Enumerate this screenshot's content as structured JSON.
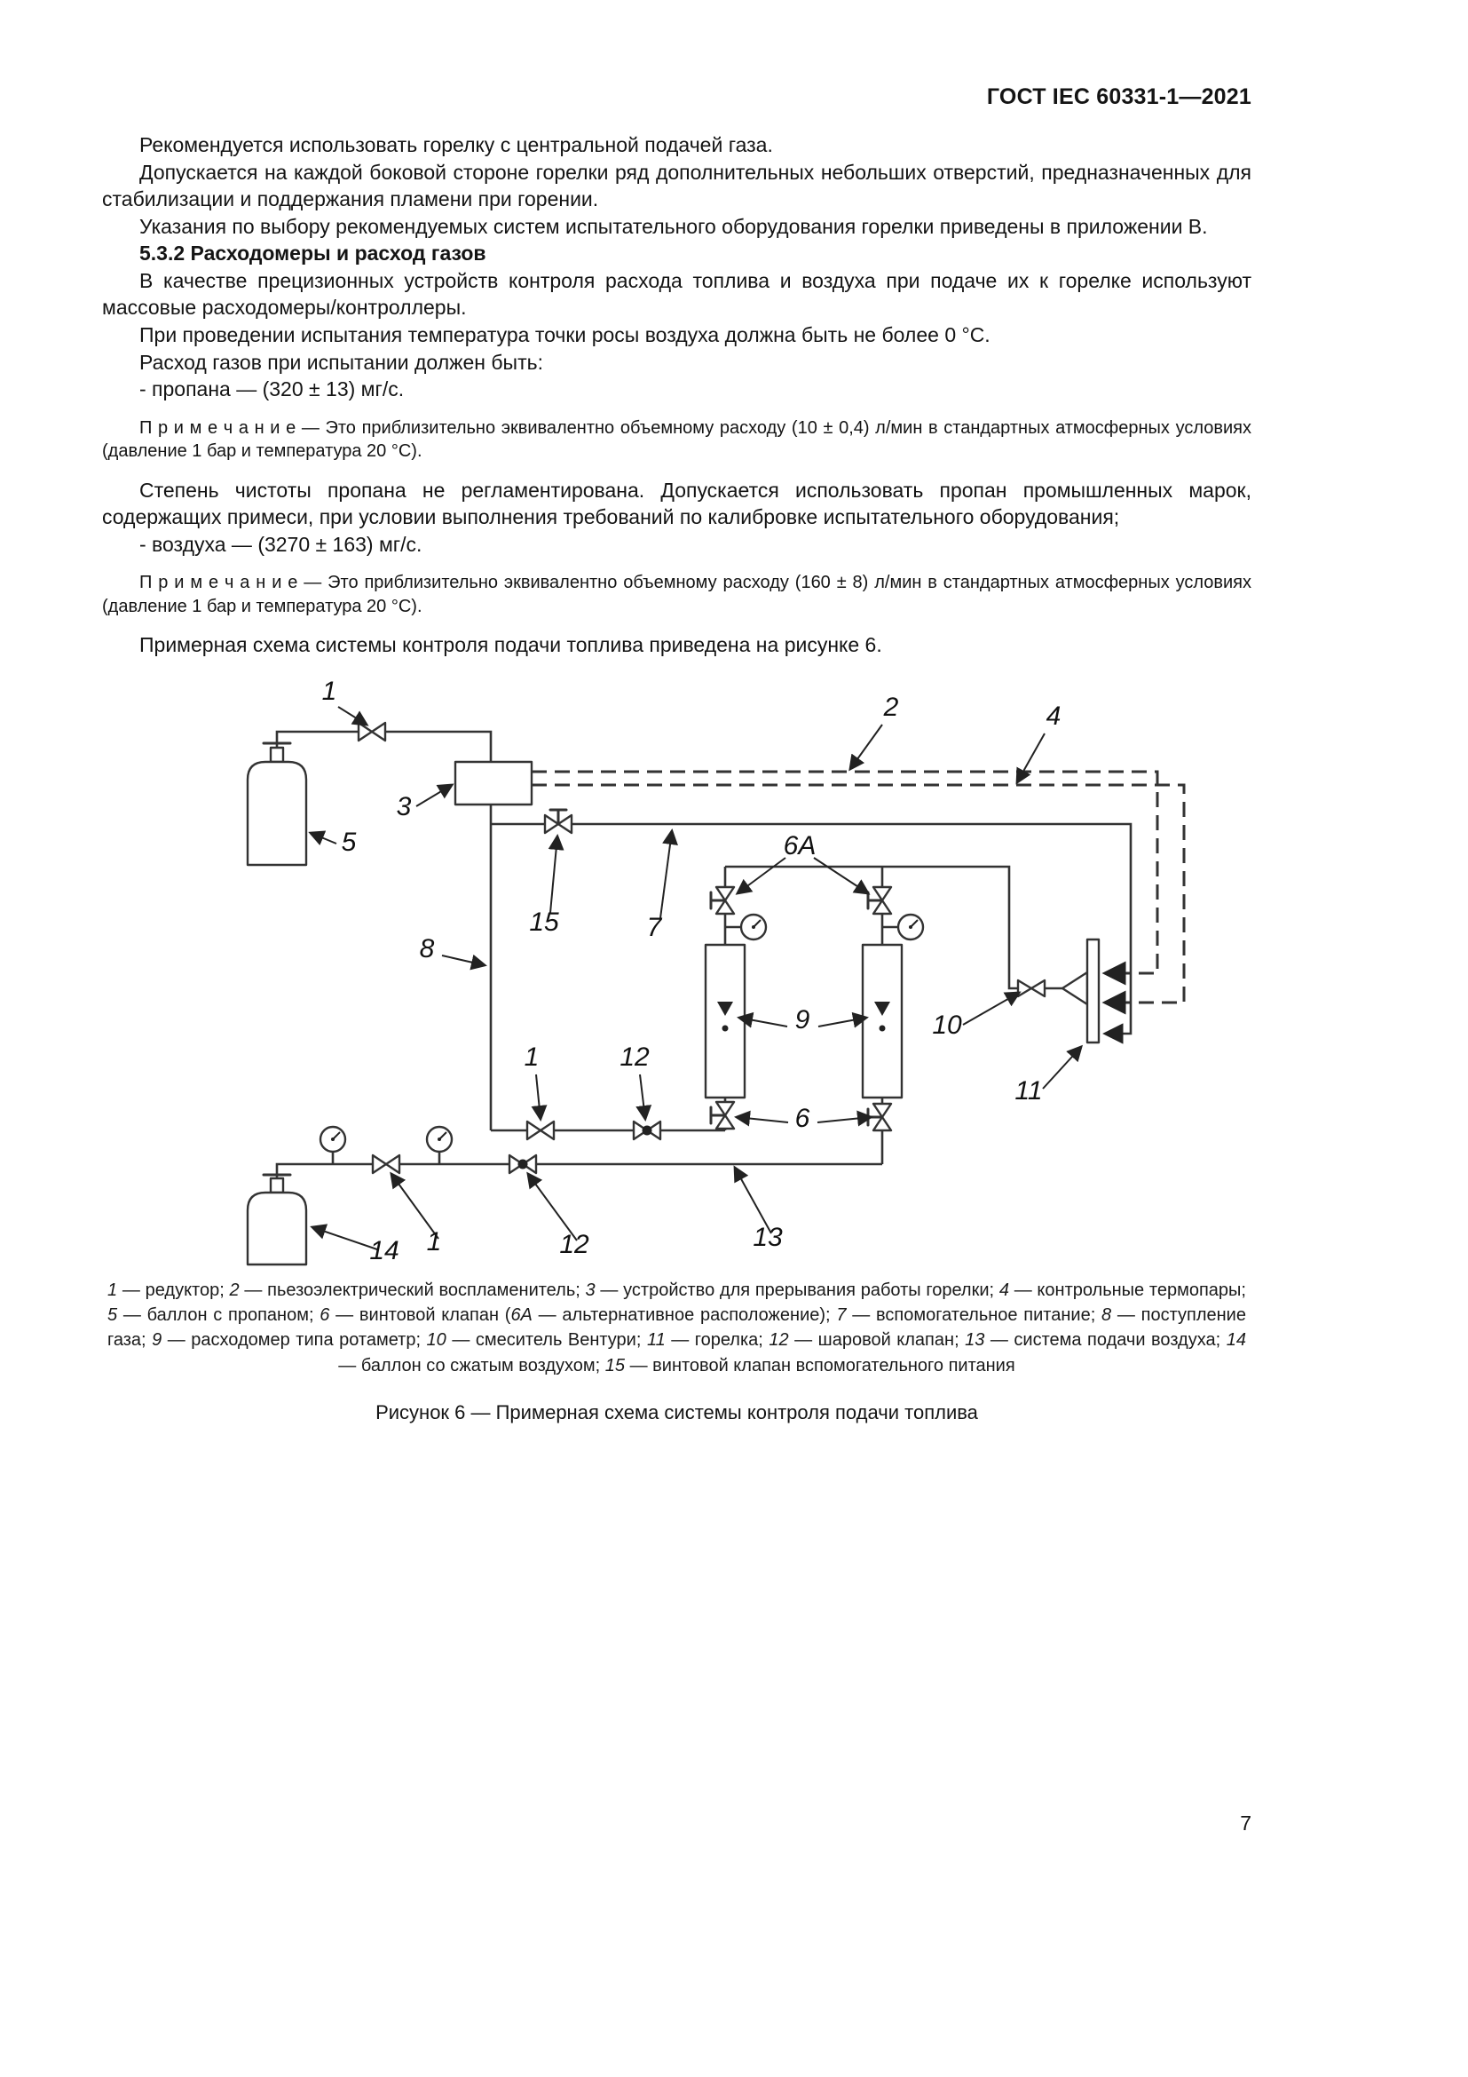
{
  "header": {
    "title": "ГОСТ IEC 60331-1—2021"
  },
  "body": {
    "p1": "Рекомендуется использовать горелку с центральной подачей газа.",
    "p2": "Допускается на каждой боковой стороне горелки ряд дополнительных небольших отверстий, предназначенных для стабилизации и поддержания пламени при горении.",
    "p3": "Указания по выбору рекомендуемых систем испытательного оборудования горелки приведены в приложении В.",
    "h532": "5.3.2 Расходомеры и расход газов",
    "p4": "В качестве прецизионных устройств контроля расхода топлива и воздуха при подаче их к горелке используют массовые расходомеры/контроллеры.",
    "p5": "При проведении испытания температура точки росы воздуха должна быть не более 0 °С.",
    "p6": "Расход газов при испытании должен быть:",
    "p7": "- пропана — (320 ± 13) мг/с.",
    "note1": "П р и м е ч а н и е — Это приблизительно эквивалентно объемному расходу (10 ± 0,4) л/мин в стандартных атмосферных условиях (давление 1 бар и температура 20 °С).",
    "p8": "Степень чистоты пропана не регламентирована. Допускается использовать пропан промышленных марок, содержащих примеси, при условии выполнения требований по калибровке испытательного оборудования;",
    "p9": "- воздуха — (3270 ± 163) мг/с.",
    "note2": "П р и м е ч а н и е — Это приблизительно эквивалентно объемному расходу (160 ± 8) л/мин в стандартных атмосферных условиях (давление 1 бар и температура 20 °С).",
    "p10": "Примерная схема системы контроля подачи топлива приведена на рисунке 6."
  },
  "figure": {
    "labels": {
      "reducer_top": "1",
      "igniter": "2",
      "interrupt": "3",
      "thermocouples": "4",
      "propane_cyl": "5",
      "screw_valves": "6",
      "screw_valves_alt": "6A",
      "aux_supply": "7",
      "gas_inlet": "8",
      "rotameters": "9",
      "venturi": "10",
      "burner": "11",
      "reducer_propane": "1",
      "ball_propane": "12",
      "reducer_air": "1",
      "ball_air": "12",
      "air_system": "13",
      "air_cyl": "14",
      "aux_valve": "15"
    },
    "legend": [
      [
        {
          "i": "1"
        },
        {
          "t": " — редуктор"
        }
      ],
      [
        {
          "i": "2"
        },
        {
          "t": " — пьезоэлектрический воспламенитель"
        }
      ],
      [
        {
          "i": "3"
        },
        {
          "t": " — устройство для прерывания работы горелки"
        }
      ],
      [
        {
          "i": "4"
        },
        {
          "t": " — контрольные термопары"
        }
      ],
      [
        {
          "i": "5"
        },
        {
          "t": " — баллон с пропаном"
        }
      ],
      [
        {
          "i": "6"
        },
        {
          "t": " — винтовой клапан ("
        },
        {
          "i": "6А"
        },
        {
          "t": " — альтернативное расположение)"
        }
      ],
      [
        {
          "i": "7"
        },
        {
          "t": " — вспомогательное питание"
        }
      ],
      [
        {
          "i": "8"
        },
        {
          "t": " — поступление газа"
        }
      ],
      [
        {
          "i": "9"
        },
        {
          "t": " — расходомер типа ротаметр"
        }
      ],
      [
        {
          "i": "10"
        },
        {
          "t": " — смеситель Вентури"
        }
      ],
      [
        {
          "i": "11"
        },
        {
          "t": " — горелка"
        }
      ],
      [
        {
          "i": "12"
        },
        {
          "t": " — шаровой клапан"
        }
      ],
      [
        {
          "i": "13"
        },
        {
          "t": " — система подачи воздуха"
        }
      ],
      [
        {
          "i": "14"
        },
        {
          "t": " — баллон со сжатым воздухом"
        }
      ],
      [
        {
          "i": "15"
        },
        {
          "t": " — винтовой клапан вспомогательного питания"
        }
      ]
    ],
    "caption": "Рисунок 6 — Примерная схема системы контроля подачи топлива"
  },
  "footer": {
    "page_number": "7"
  }
}
